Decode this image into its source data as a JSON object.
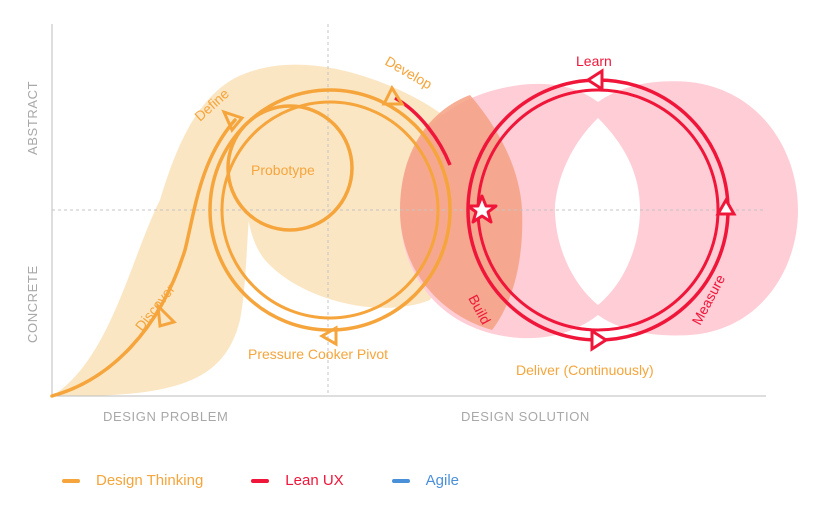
{
  "colors": {
    "design_thinking": "#f5a53b",
    "lean_ux": "#f0163a",
    "agile": "#4a90d9",
    "orange_band": "#fbe6c4",
    "pink_band": "#ffcdd6",
    "overlap_band": "#f4a083",
    "axis": "#bdbdbd",
    "axis_text": "#a8a8a8"
  },
  "axes": {
    "y_top": "ABSTRACT",
    "y_bottom": "CONCRETE",
    "x_left": "DESIGN PROBLEM",
    "x_right": "DESIGN SOLUTION"
  },
  "stages": {
    "discover": "Discover",
    "define": "Define",
    "develop": "Develop",
    "probotype": "Probotype",
    "pressure": "Pressure Cooker Pivot",
    "learn": "Learn",
    "build": "Build",
    "measure": "Measure",
    "deliver": "Deliver (Continuously)"
  },
  "legend": [
    {
      "label": "Design Thinking",
      "color": "#f5a53b"
    },
    {
      "label": "Lean UX",
      "color": "#f0163a"
    },
    {
      "label": "Agile",
      "color": "#4a90d9"
    }
  ]
}
